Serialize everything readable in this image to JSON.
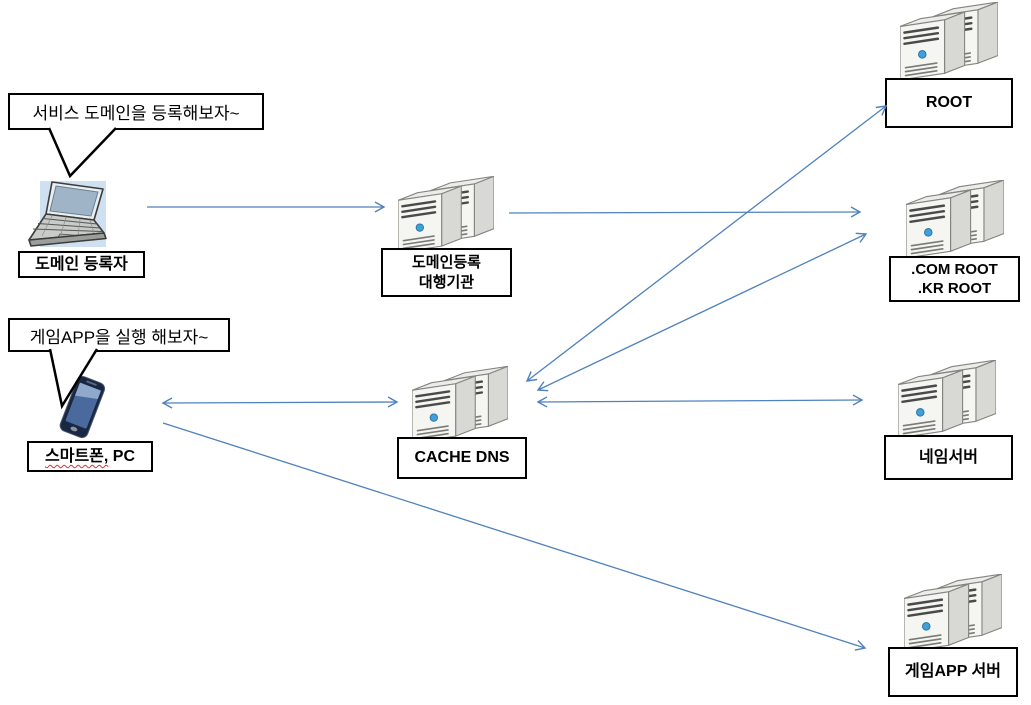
{
  "diagram": {
    "title_implicit": "DNS domain registration and resolution flow",
    "bubbles": [
      {
        "id": "register-domain-bubble",
        "text": "서비스 도메인을 등록해보자~"
      },
      {
        "id": "run-game-app-bubble",
        "text": "게임APP을 실행 해보자~"
      }
    ],
    "nodes": {
      "registrant": {
        "icon": "laptop-icon",
        "label": "도메인 등록자"
      },
      "smartphone": {
        "icon": "smartphone-icon",
        "label_wavy": "스마트폰,",
        "label_rest": " PC"
      },
      "registrar": {
        "icon": "server-pair-icon",
        "label_line1": "도메인등록",
        "label_line2": "대행기관"
      },
      "cache_dns": {
        "icon": "server-pair-icon",
        "label": "CACHE DNS"
      },
      "root": {
        "icon": "server-pair-icon",
        "label": "ROOT"
      },
      "com_kr_root": {
        "icon": "server-pair-icon",
        "label_line1": ".COM ROOT",
        "label_line2": ".KR ROOT"
      },
      "name_server": {
        "icon": "server-pair-icon",
        "label": "네임서버"
      },
      "game_app_server": {
        "icon": "server-pair-icon",
        "label": "게임APP 서버"
      }
    },
    "connections": [
      {
        "from": "registrant",
        "to": "registrar",
        "bidirectional": false
      },
      {
        "from": "registrar",
        "to": "com_kr_root",
        "bidirectional": false
      },
      {
        "from": "cache_dns",
        "to": "root",
        "bidirectional": true
      },
      {
        "from": "cache_dns",
        "to": "com_kr_root",
        "bidirectional": true
      },
      {
        "from": "cache_dns",
        "to": "name_server",
        "bidirectional": true
      },
      {
        "from": "smartphone",
        "to": "cache_dns",
        "bidirectional": true
      },
      {
        "from": "smartphone",
        "to": "game_app_server",
        "bidirectional": false
      }
    ],
    "colors": {
      "arrow": "#4f81bd",
      "box_border": "#000000",
      "laptop_bg": "#cfe0f1",
      "power_led": "#41a0da",
      "wavy_underline": "#e03030"
    }
  }
}
